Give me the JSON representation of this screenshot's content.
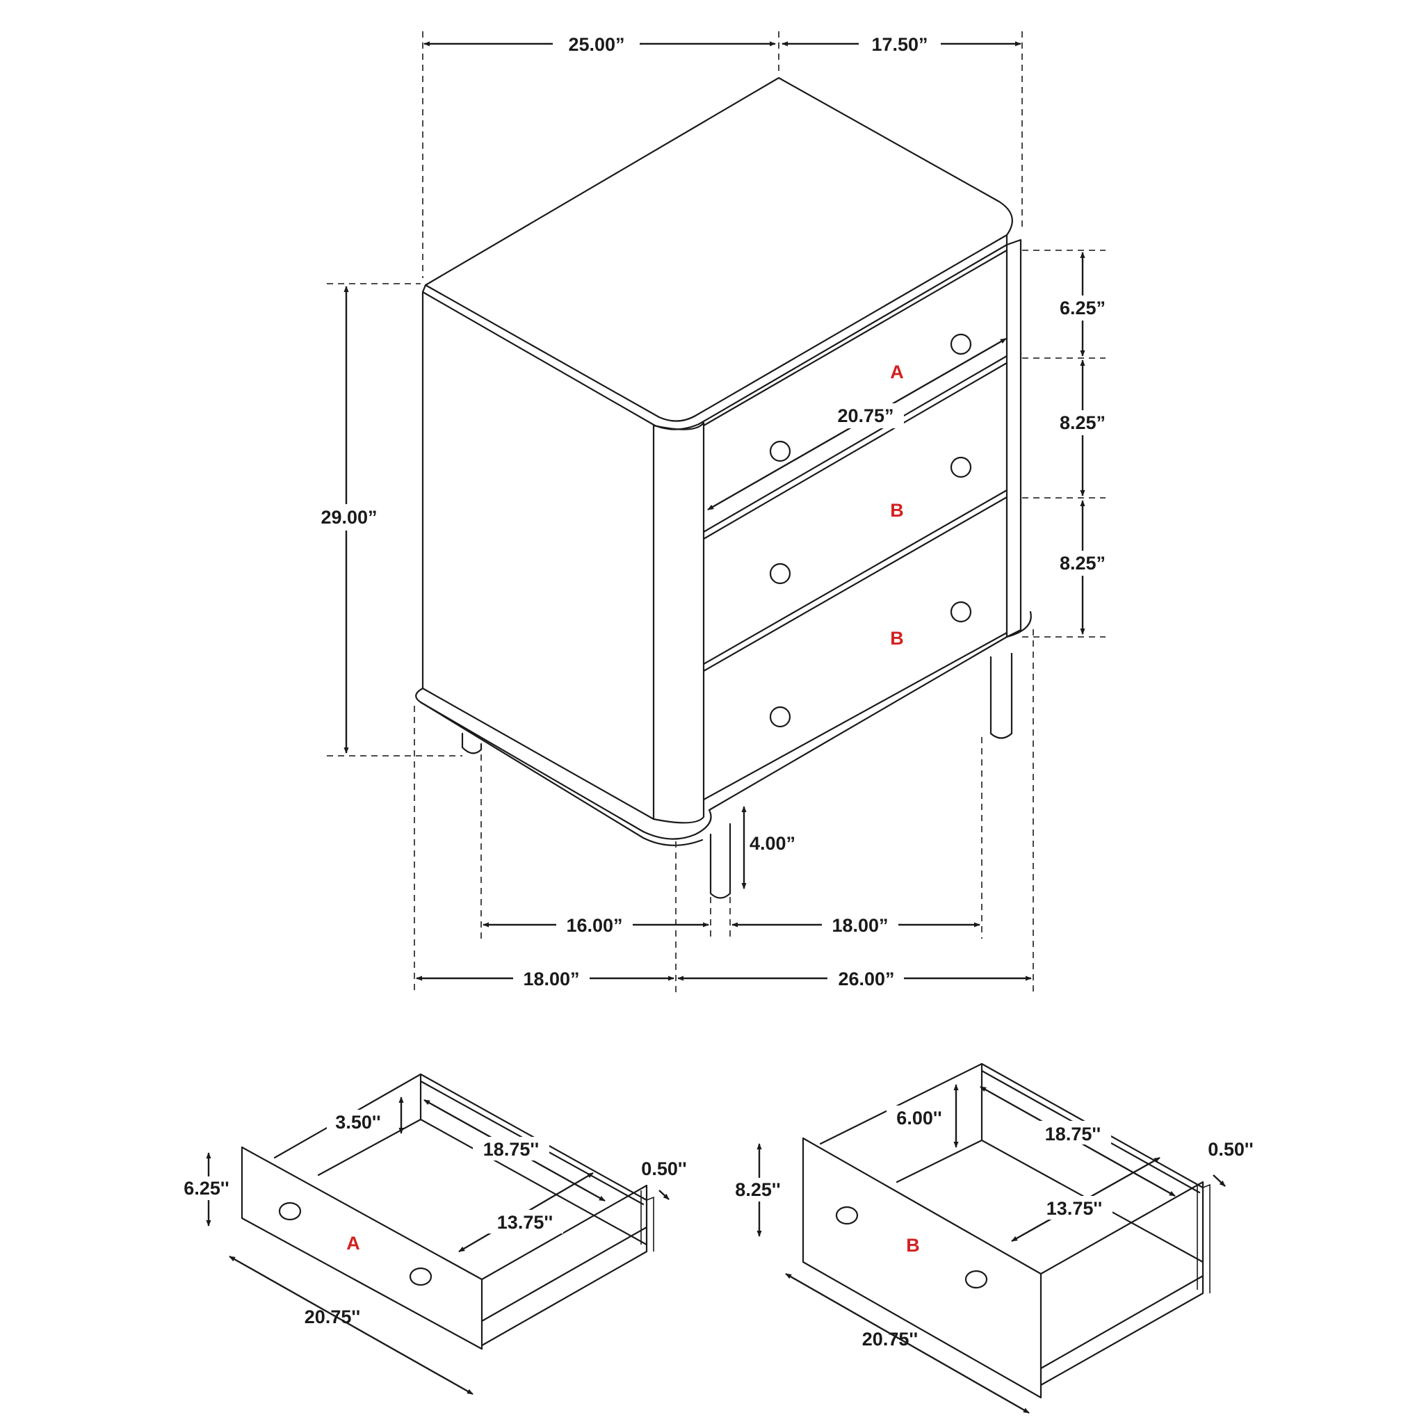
{
  "cabinet": {
    "dimensions": {
      "top_width": "25.00”",
      "top_depth": "17.50”",
      "height": "29.00”",
      "drawer1_height": "6.25”",
      "drawer2_height": "8.25”",
      "drawer3_height": "8.25”",
      "drawer_width": "20.75”",
      "leg_height": "4.00”",
      "leg_span_side": "16.00”",
      "leg_span_front": "18.00”",
      "base_side": "18.00”",
      "base_front": "26.00”"
    },
    "drawer_labels": [
      "A",
      "B",
      "B"
    ]
  },
  "drawer_a": {
    "label": "A",
    "inner_height": "3.50''",
    "inner_depth": "18.75''",
    "inner_width": "13.75''",
    "thickness": "0.50''",
    "front_height": "6.25''",
    "front_width": "20.75''"
  },
  "drawer_b": {
    "label": "B",
    "inner_height": "6.00''",
    "inner_depth": "18.75''",
    "inner_width": "13.75''",
    "thickness": "0.50''",
    "front_height": "8.25''",
    "front_width": "20.75''"
  },
  "colors": {
    "line": "#1a1a1a",
    "label": "#d42020",
    "background": "#ffffff"
  }
}
